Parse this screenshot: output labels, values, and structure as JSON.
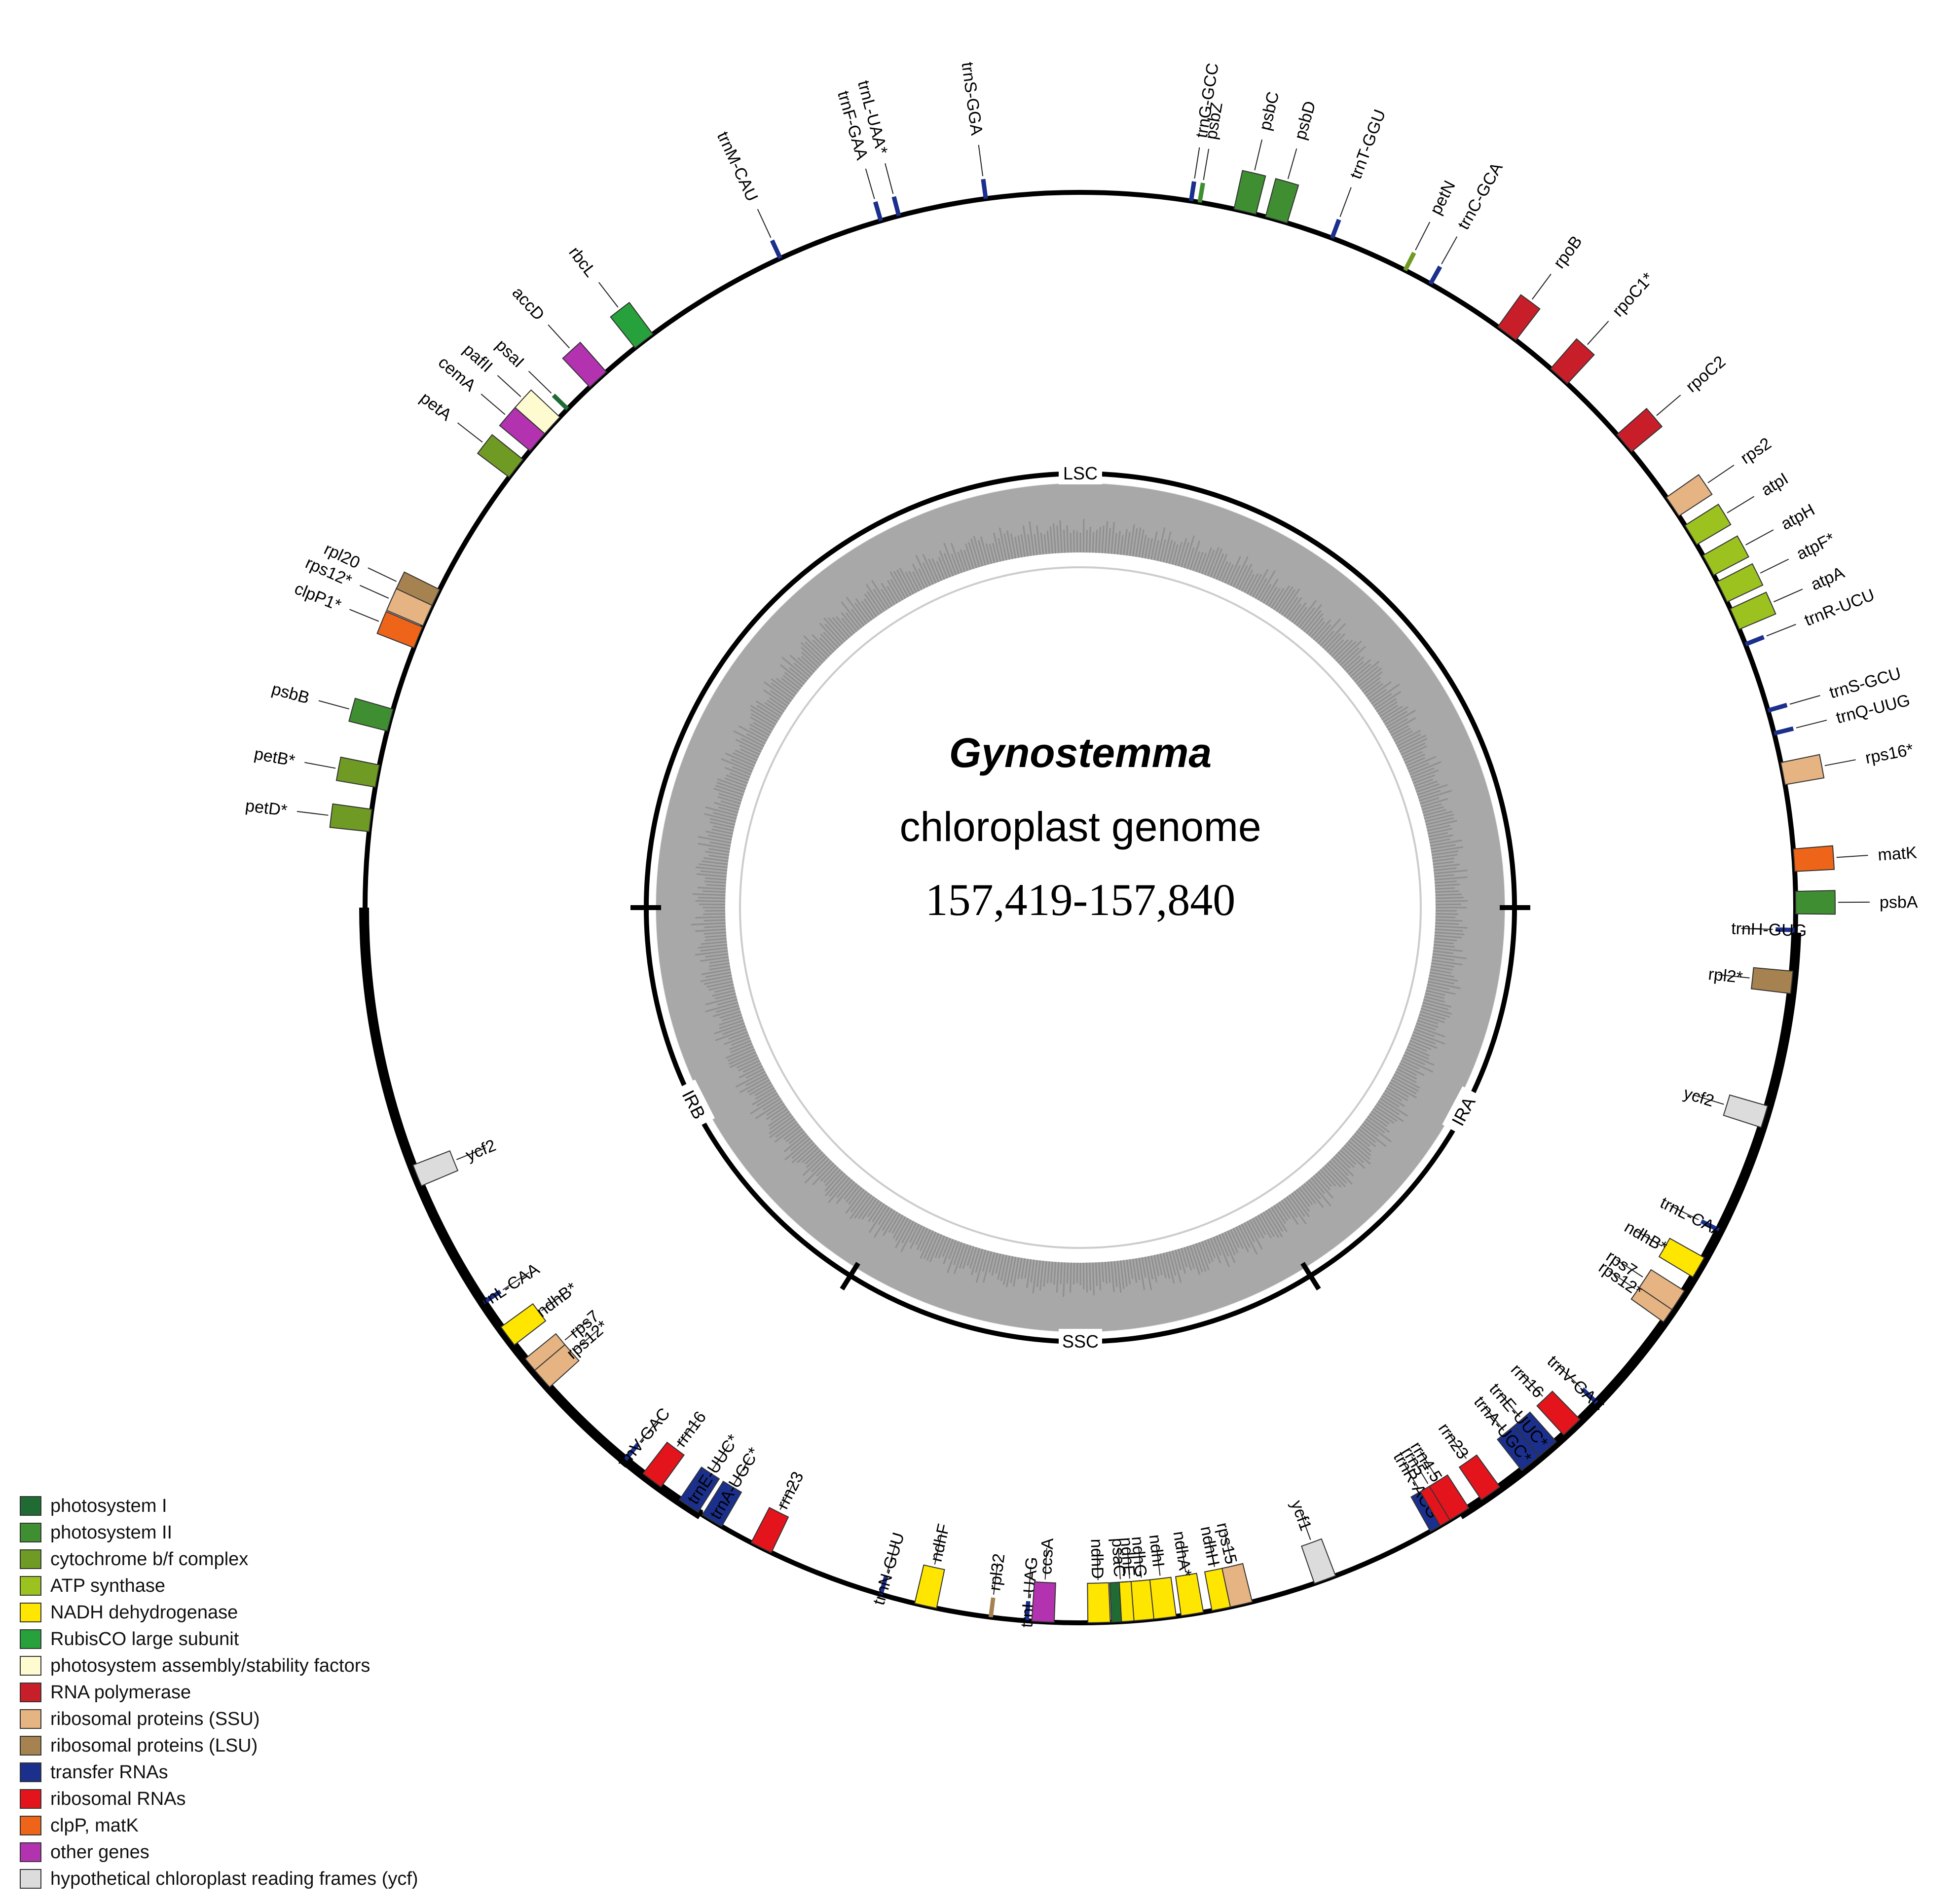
{
  "title": {
    "genus": "Gynostemma",
    "subtitle": "chloroplast genome",
    "size": "157,419-157,840"
  },
  "regions": [
    "LSC",
    "IRA",
    "SSC",
    "IRB"
  ],
  "legend": [
    {
      "label": "photosystem I",
      "color": "#1f6b33"
    },
    {
      "label": "photosystem II",
      "color": "#3f8f32"
    },
    {
      "label": "cytochrome b/f complex",
      "color": "#6f9a24"
    },
    {
      "label": "ATP synthase",
      "color": "#9cc21f"
    },
    {
      "label": "NADH dehydrogenase",
      "color": "#ffe600"
    },
    {
      "label": "RubisCO large subunit",
      "color": "#27a13b"
    },
    {
      "label": "photosystem assembly/stability factors",
      "color": "#fffbd0"
    },
    {
      "label": "RNA polymerase",
      "color": "#c81e2a"
    },
    {
      "label": "ribosomal proteins (SSU)",
      "color": "#e6b483"
    },
    {
      "label": "ribosomal proteins (LSU)",
      "color": "#a5824f"
    },
    {
      "label": "transfer RNAs",
      "color": "#1b2f8c"
    },
    {
      "label": "ribosomal RNAs",
      "color": "#e4141c"
    },
    {
      "label": "clpP, matK",
      "color": "#ee6519"
    },
    {
      "label": "other genes",
      "color": "#b232b0"
    },
    {
      "label": "hypothetical chloroplast reading frames (ycf)",
      "color": "#dcdcdc"
    }
  ],
  "genes": [
    {
      "label": "trnM-CAU",
      "ang": 335.2,
      "cat": "transfer RNAs",
      "tick": true
    },
    {
      "label": "trnL-UAA*",
      "ang": 345.3,
      "cat": "transfer RNAs",
      "tick": true
    },
    {
      "label": "trnF-GAA",
      "ang": 343.8,
      "cat": "transfer RNAs",
      "tick": true
    },
    {
      "label": "trnS-GGA",
      "ang": 352.4,
      "cat": "transfer RNAs",
      "tick": true
    },
    {
      "label": "trnG-GCC",
      "ang": 8.9,
      "cat": "transfer RNAs",
      "tick": true
    },
    {
      "label": "psbZ",
      "ang": 9.6,
      "cat": "photosystem II",
      "tick": true
    },
    {
      "label": "psbC",
      "ang": 13.3,
      "cat": "photosystem II"
    },
    {
      "label": "psbD",
      "ang": 15.9,
      "cat": "photosystem II"
    },
    {
      "label": "trnT-GGU",
      "ang": 20.6,
      "cat": "transfer RNAs",
      "tick": true
    },
    {
      "label": "petN",
      "ang": 27.0,
      "cat": "cytochrome b/f complex",
      "tick": true
    },
    {
      "label": "trnC-GCA",
      "ang": 29.3,
      "cat": "transfer RNAs",
      "tick": true
    },
    {
      "label": "rbcL",
      "ang": 322.4,
      "cat": "RubisCO large subunit"
    },
    {
      "label": "accD",
      "ang": 317.6,
      "cat": "other genes"
    },
    {
      "label": "psaI",
      "ang": 314.2,
      "cat": "photosystem I",
      "tick": true
    },
    {
      "label": "pafII",
      "ang": 312.4,
      "cat": "photosystem assembly/stability factors"
    },
    {
      "label": "cemA",
      "ang": 310.6,
      "cat": "other genes"
    },
    {
      "label": "petA",
      "ang": 307.9,
      "cat": "cytochrome b/f complex"
    },
    {
      "label": "rpl20",
      "ang": 295.5,
      "cat": "ribosomal proteins (LSU)"
    },
    {
      "label": "rps12*",
      "ang": 294.1,
      "cat": "ribosomal proteins (SSU)"
    },
    {
      "label": "clpP1*",
      "ang": 292.2,
      "cat": "clpP, matK"
    },
    {
      "label": "psbB",
      "ang": 285.2,
      "cat": "photosystem II"
    },
    {
      "label": "petB*",
      "ang": 280.6,
      "cat": "cytochrome b/f complex"
    },
    {
      "label": "petD*",
      "ang": 277.0,
      "cat": "cytochrome b/f complex"
    },
    {
      "label": "ycf2",
      "ang": 248.0,
      "cat": "hypothetical chloroplast reading frames (ycf)"
    },
    {
      "label": "trnL-CAA",
      "ang": 236.5,
      "cat": "transfer RNAs",
      "tick": true
    },
    {
      "label": "ndhB*",
      "ang": 233.2,
      "cat": "NADH dehydrogenase"
    },
    {
      "label": "rps7",
      "ang": 230.0,
      "cat": "ribosomal proteins (SSU)"
    },
    {
      "label": "rps12*",
      "ang": 228.8,
      "cat": "ribosomal proteins (SSU)"
    },
    {
      "label": "trnV-GAC",
      "ang": 219.5,
      "cat": "transfer RNAs",
      "tick": true
    },
    {
      "label": "rrn16",
      "ang": 216.8,
      "cat": "ribosomal RNAs"
    },
    {
      "label": "trnE-UUC*",
      "ang": 213.2,
      "cat": "transfer RNAs"
    },
    {
      "label": "trnA-UGC*",
      "ang": 211.0,
      "cat": "transfer RNAs"
    },
    {
      "label": "rrn23",
      "ang": 206.5,
      "cat": "ribosomal RNAs"
    },
    {
      "label": "trnN-GUU",
      "ang": 196.2,
      "cat": "transfer RNAs",
      "tick": true
    },
    {
      "label": "ndhF",
      "ang": 192.5,
      "cat": "NADH dehydrogenase"
    },
    {
      "label": "rpl32",
      "ang": 187.2,
      "cat": "ribosomal proteins (LSU)",
      "tick": true
    },
    {
      "label": "trnL-UAG",
      "ang": 184.3,
      "cat": "transfer RNAs",
      "tick": true
    },
    {
      "label": "ccsA",
      "ang": 183.0,
      "cat": "other genes"
    },
    {
      "label": "ndhD",
      "ang": 178.5,
      "cat": "NADH dehydrogenase"
    },
    {
      "label": "psaC",
      "ang": 176.6,
      "cat": "photosystem I"
    },
    {
      "label": "ndhE",
      "ang": 175.8,
      "cat": "NADH dehydrogenase"
    },
    {
      "label": "ndhG",
      "ang": 174.8,
      "cat": "NADH dehydrogenase"
    },
    {
      "label": "ndhI",
      "ang": 173.2,
      "cat": "NADH dehydrogenase"
    },
    {
      "label": "ndhA*",
      "ang": 171.0,
      "cat": "NADH dehydrogenase"
    },
    {
      "label": "ndhH",
      "ang": 168.5,
      "cat": "NADH dehydrogenase"
    },
    {
      "label": "rps15",
      "ang": 167.0,
      "cat": "ribosomal proteins (SSU)"
    },
    {
      "label": "ycf1",
      "ang": 160.0,
      "cat": "hypothetical chloroplast reading frames (ycf)"
    },
    {
      "label": "trnR-ACG",
      "ang": 149.8,
      "cat": "transfer RNAs"
    },
    {
      "label": "rrn5",
      "ang": 148.9,
      "cat": "ribosomal RNAs"
    },
    {
      "label": "rrn4.5",
      "ang": 148.0,
      "cat": "ribosomal RNAs"
    },
    {
      "label": "rrn23",
      "ang": 145.0,
      "cat": "ribosomal RNAs"
    },
    {
      "label": "trnA-UGC*",
      "ang": 141.0,
      "cat": "transfer RNAs"
    },
    {
      "label": "trnE-UUC*",
      "ang": 139.2,
      "cat": "transfer RNAs"
    },
    {
      "label": "rrn16",
      "ang": 136.6,
      "cat": "ribosomal RNAs"
    },
    {
      "label": "trnV-GAC",
      "ang": 133.8,
      "cat": "transfer RNAs",
      "tick": true
    },
    {
      "label": "rps12*",
      "ang": 124.5,
      "cat": "ribosomal proteins (SSU)"
    },
    {
      "label": "rps7",
      "ang": 123.3,
      "cat": "ribosomal proteins (SSU)"
    },
    {
      "label": "ndhB*",
      "ang": 120.2,
      "cat": "NADH dehydrogenase"
    },
    {
      "label": "trnL-CAA",
      "ang": 116.8,
      "cat": "transfer RNAs",
      "tick": true
    },
    {
      "label": "ycf2",
      "ang": 107.0,
      "cat": "hypothetical chloroplast reading frames (ycf)"
    },
    {
      "label": "rpl2*",
      "ang": 96.0,
      "cat": "ribosomal proteins (LSU)"
    },
    {
      "label": "psbA",
      "ang": 89.6,
      "cat": "photosystem II"
    },
    {
      "label": "trnH-GUG",
      "ang": 91.8,
      "cat": "transfer RNAs",
      "tick": true
    },
    {
      "label": "matK",
      "ang": 86.2,
      "cat": "clpP, matK"
    },
    {
      "label": "rps16*",
      "ang": 79.2,
      "cat": "ribosomal proteins (SSU)"
    },
    {
      "label": "trnQ-UUG",
      "ang": 75.9,
      "cat": "transfer RNAs",
      "tick": true
    },
    {
      "label": "trnS-GCU",
      "ang": 74.0,
      "cat": "transfer RNAs",
      "tick": true
    },
    {
      "label": "trnR-UCU",
      "ang": 68.4,
      "cat": "transfer RNAs",
      "tick": true
    },
    {
      "label": "atpA",
      "ang": 66.2,
      "cat": "ATP synthase"
    },
    {
      "label": "atpF*",
      "ang": 63.8,
      "cat": "ATP synthase"
    },
    {
      "label": "atpH",
      "ang": 61.4,
      "cat": "ATP synthase"
    },
    {
      "label": "atpI",
      "ang": 58.6,
      "cat": "ATP synthase"
    },
    {
      "label": "rps2",
      "ang": 55.9,
      "cat": "ribosomal proteins (SSU)"
    },
    {
      "label": "rpoC2",
      "ang": 49.5,
      "cat": "RNA polymerase"
    },
    {
      "label": "rpoC1*",
      "ang": 42.0,
      "cat": "RNA polymerase"
    },
    {
      "label": "rpoB",
      "ang": 36.6,
      "cat": "RNA polymerase"
    }
  ]
}
